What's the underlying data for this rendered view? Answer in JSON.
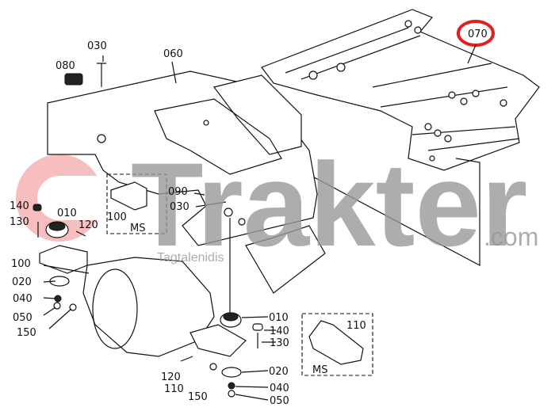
{
  "diagram": {
    "title_callout": "070",
    "colors": {
      "highlight": "#e0201e",
      "watermark_grey": "#999999",
      "watermark_red": "#f08a8a"
    },
    "watermark": {
      "brand": "Trakter",
      "suffix": ".com",
      "tagline": "Tagtalenidis",
      "logo_letters": "cT"
    },
    "labels": {
      "bolt_top": "030",
      "pedal_pad": "080",
      "floor_plate": "060",
      "floor_mat": "070",
      "cushion_cap_mid": "090",
      "bolt_mid": "030",
      "left_140": "140",
      "left_130": "130",
      "left_010": "010",
      "left_120": "120",
      "left_100": "100",
      "left_020": "020",
      "left_040": "040",
      "left_050": "050",
      "left_150": "150",
      "ms_box1_part": "100",
      "ms_box1_tag": "MS",
      "right_010": "010",
      "right_140": "140",
      "right_130": "130",
      "right_020": "020",
      "right_040": "040",
      "right_050": "050",
      "right_120": "120",
      "right_110": "110",
      "right_150": "150",
      "ms_box2_part": "110",
      "ms_box2_tag": "MS"
    }
  }
}
